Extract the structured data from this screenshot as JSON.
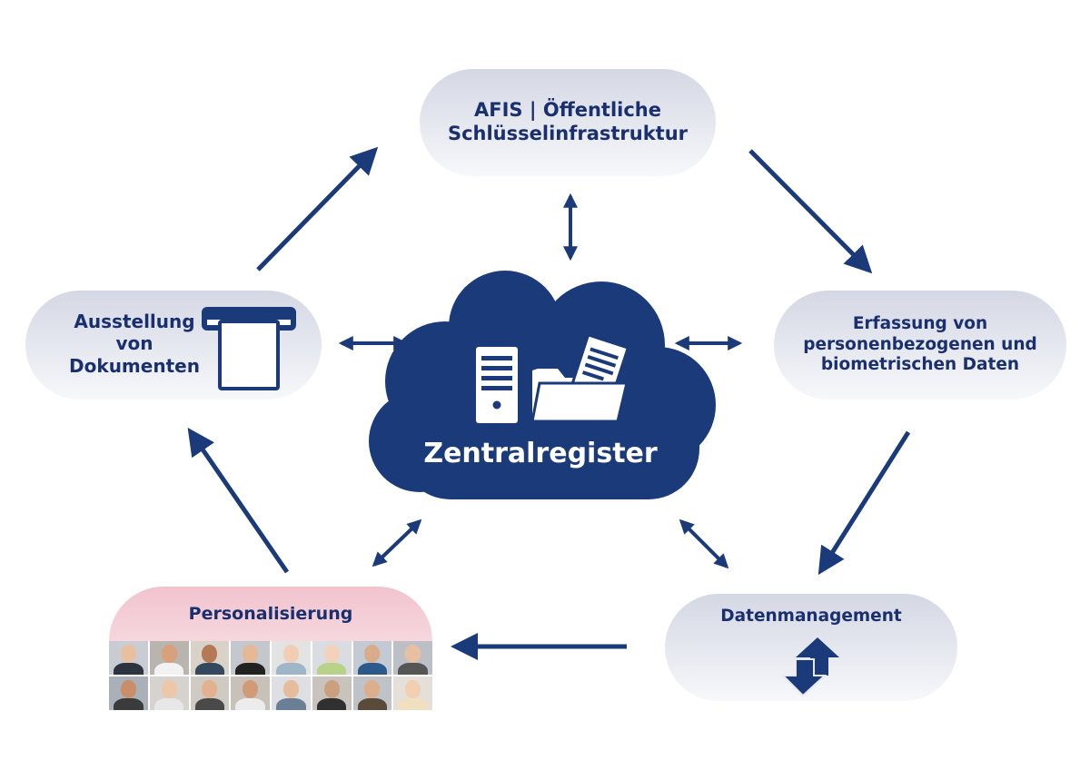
{
  "nodes": {
    "afis": "AFIS | Öffentliche\nSchlüsselinfrastruktur",
    "ausstellung": "Ausstellung\nvon\nDokumenten",
    "erfassung": "Erfassung von\npersonenbezogenen und\nbiometrischen Daten",
    "datenmanagement": "Datenmanagement",
    "personalisierung": "Personalisierung"
  },
  "cloud": {
    "title": "Zentralregister"
  },
  "colors": {
    "navy": "#1a3a7a",
    "node_gradient_top": "#d4d8e4",
    "node_gradient_bottom": "#f7f8fb",
    "pink": "#f1c3cd",
    "cloud": "#1a3a7a"
  },
  "icons": [
    "server-icon",
    "folder-document-icon",
    "document-slot-icon",
    "updown-arrows-icon",
    "portrait-photos"
  ]
}
